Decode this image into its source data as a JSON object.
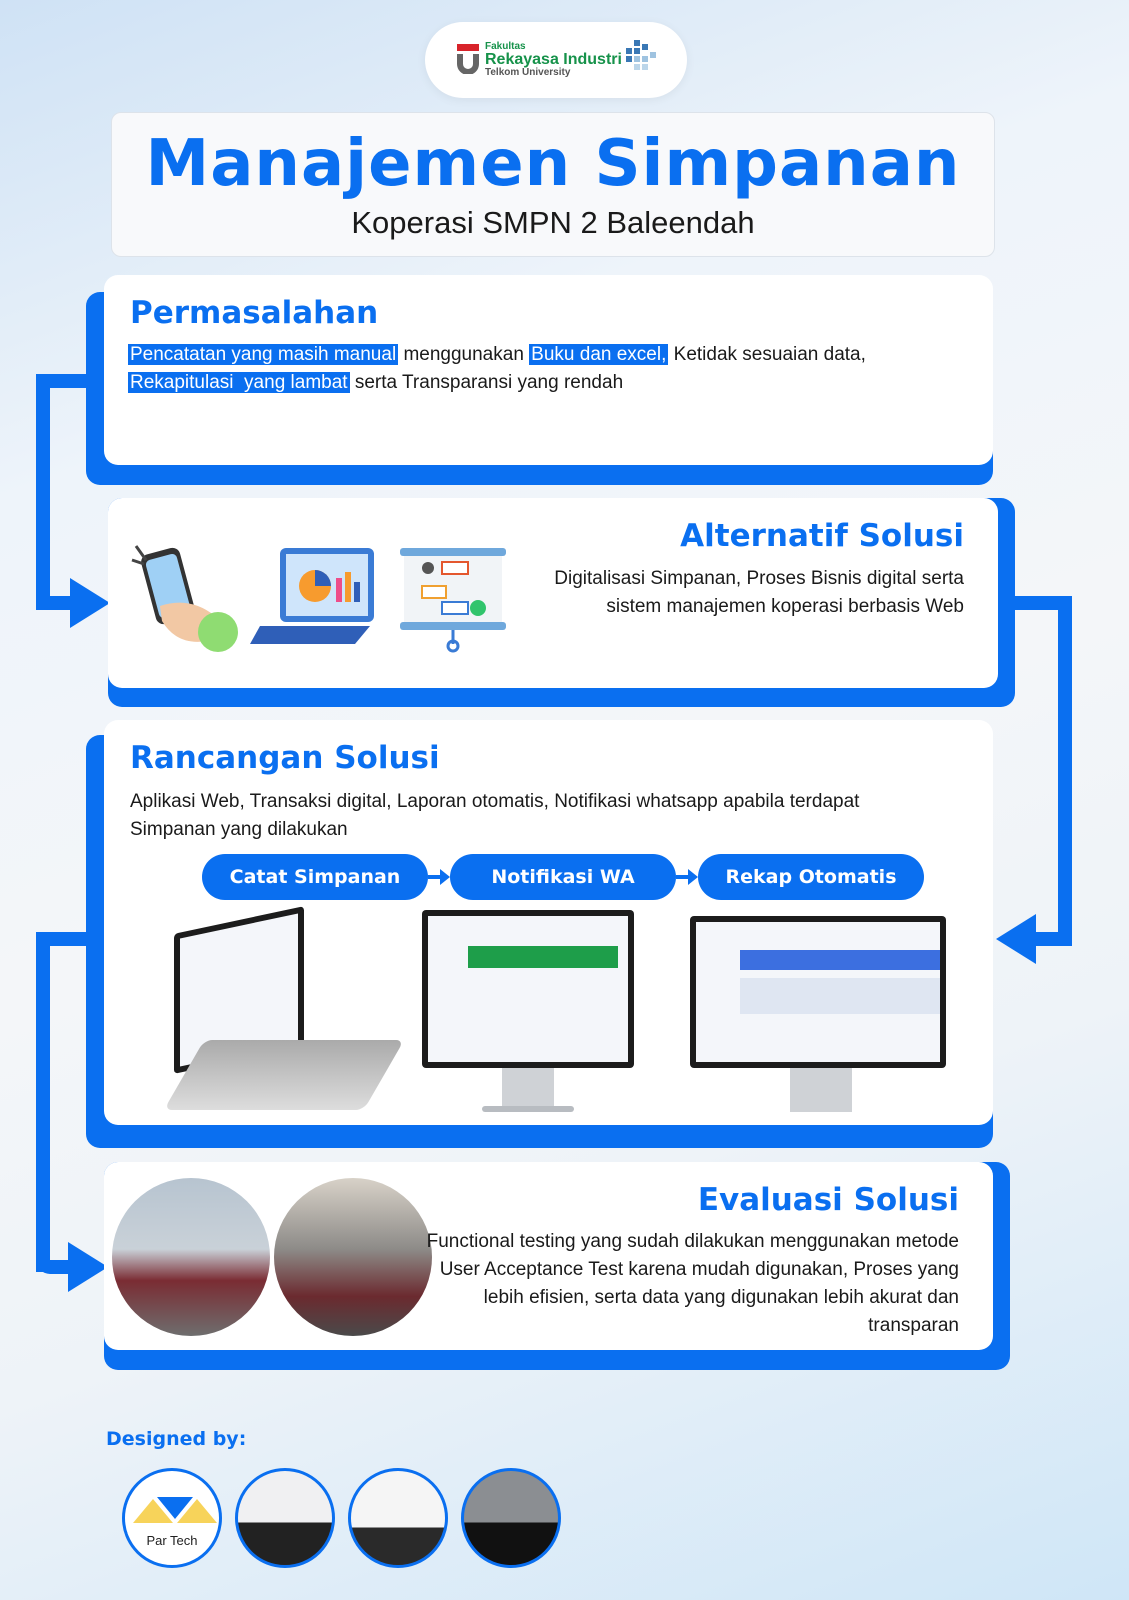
{
  "header": {
    "logo": {
      "line1": "Fakultas",
      "line2": "Rekayasa Industri",
      "line3": "Telkom University"
    },
    "title": "Manajemen Simpanan",
    "subtitle": "Koperasi SMPN 2 Baleendah"
  },
  "permasalahan": {
    "heading": "Permasalahan",
    "segments": [
      {
        "text": "Pencatatan yang masih manual",
        "highlight": true
      },
      {
        "text": " menggunakan ",
        "highlight": false
      },
      {
        "text": "Buku dan excel,",
        "highlight": true
      },
      {
        "text": " Ketidak sesuaian data,",
        "highlight": false
      },
      {
        "text": "Rekapitulasi  yang lambat",
        "highlight": true
      },
      {
        "text": " serta Transparansi yang rendah",
        "highlight": false
      }
    ]
  },
  "alternatif": {
    "heading": "Alternatif Solusi",
    "body": "Digitalisasi Simpanan, Proses Bisnis digital serta sistem manajemen koperasi berbasis Web"
  },
  "rancangan": {
    "heading": "Rancangan Solusi",
    "body": "Aplikasi Web, Transaksi digital, Laporan otomatis, Notifikasi whatsapp apabila terdapat Simpanan yang dilakukan",
    "steps": [
      "Catat Simpanan",
      "Notifikasi WA",
      "Rekap Otomatis"
    ]
  },
  "evaluasi": {
    "heading": "Evaluasi Solusi",
    "body": "Functional testing yang sudah dilakukan menggunakan metode User Acceptance Test karena mudah digunakan, Proses yang lebih efisien, serta data yang digunakan lebih akurat dan transparan"
  },
  "footer": {
    "designed_by": "Designed by:",
    "team_logo": "Par Tech"
  },
  "colors": {
    "accent": "#0a6ff0"
  }
}
